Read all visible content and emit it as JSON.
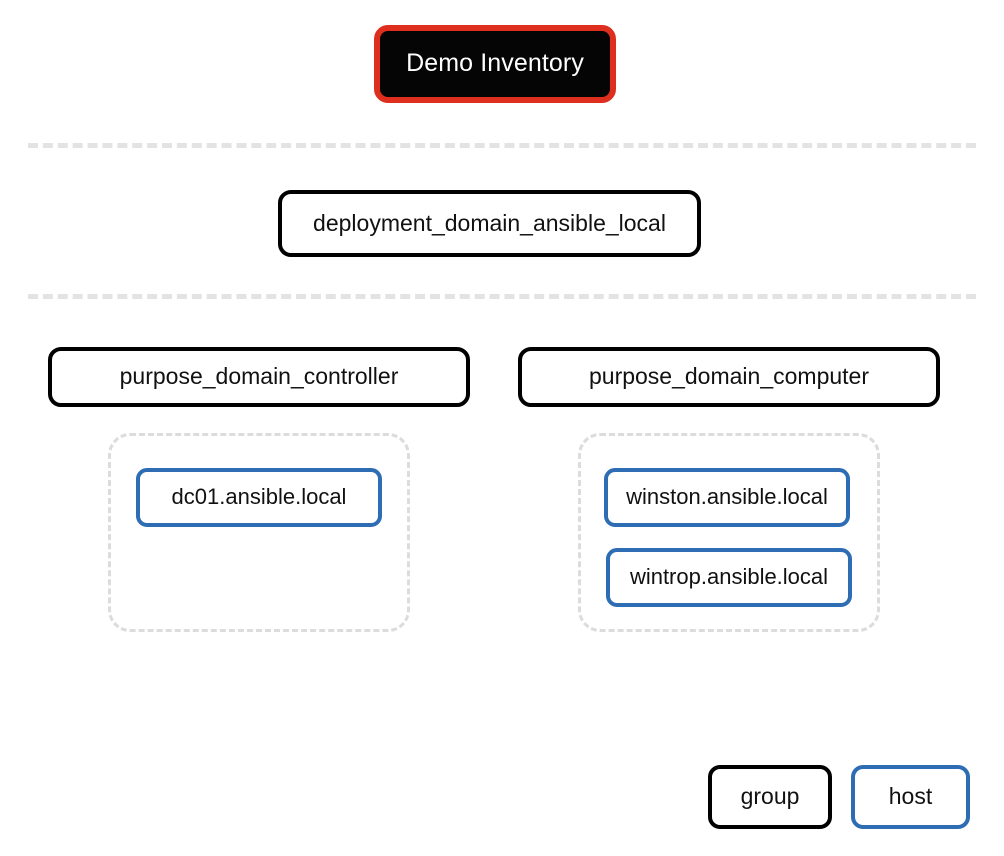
{
  "diagram": {
    "type": "ansible-inventory-tree",
    "root": {
      "label": "Demo Inventory",
      "kind": "inventory",
      "fill_color": "#050505",
      "border_color": "#DE2E1E",
      "text_color": "#FFFFFF"
    },
    "levels": [
      {
        "name": "deployment-level",
        "nodes": [
          {
            "label": "deployment_domain_ansible_local",
            "kind": "group",
            "border_color": "#000000"
          }
        ]
      },
      {
        "name": "purpose-level",
        "nodes": [
          {
            "label": "purpose_domain_controller",
            "kind": "group",
            "border_color": "#000000",
            "hosts": [
              {
                "label": "dc01.ansible.local",
                "kind": "host",
                "border_color": "#2E6DB4"
              }
            ]
          },
          {
            "label": "purpose_domain_computer",
            "kind": "group",
            "border_color": "#000000",
            "hosts": [
              {
                "label": "winston.ansible.local",
                "kind": "host",
                "border_color": "#2E6DB4"
              },
              {
                "label": "wintrop.ansible.local",
                "kind": "host",
                "border_color": "#2E6DB4"
              }
            ]
          }
        ]
      }
    ],
    "separators": [
      {
        "name": "separator-root-deployment"
      },
      {
        "name": "separator-deployment-purpose"
      }
    ],
    "legend": {
      "items": [
        {
          "label": "group",
          "kind": "group",
          "border_color": "#000000"
        },
        {
          "label": "host",
          "kind": "host",
          "border_color": "#2E6DB4"
        }
      ]
    },
    "background_color": "#FFFFFF",
    "separator_color": "#E3E3E3",
    "cluster_border_color": "#DCDCDC"
  }
}
